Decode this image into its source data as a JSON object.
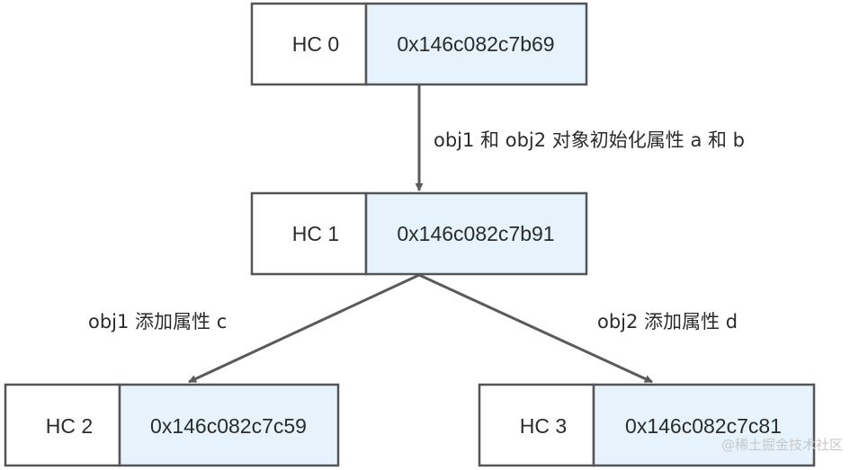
{
  "nodes": {
    "hc0": {
      "name": "HC 0",
      "address": "0x146c082c7b69"
    },
    "hc1": {
      "name": "HC 1",
      "address": "0x146c082c7b91"
    },
    "hc2": {
      "name": "HC 2",
      "address": "0x146c082c7c59"
    },
    "hc3": {
      "name": "HC 3",
      "address": "0x146c082c7c81"
    }
  },
  "edges": {
    "hc0_to_hc1": "obj1 和 obj2 对象初始化属性 a 和 b",
    "hc1_to_hc2": "obj1 添加属性 c",
    "hc1_to_hc3": "obj2 添加属性 d"
  },
  "watermark": "@稀土掘金技术社区",
  "colors": {
    "border": "#555555",
    "address_fill": "#e6f3fc",
    "name_fill": "#ffffff",
    "arrow": "#5a5a5a"
  }
}
